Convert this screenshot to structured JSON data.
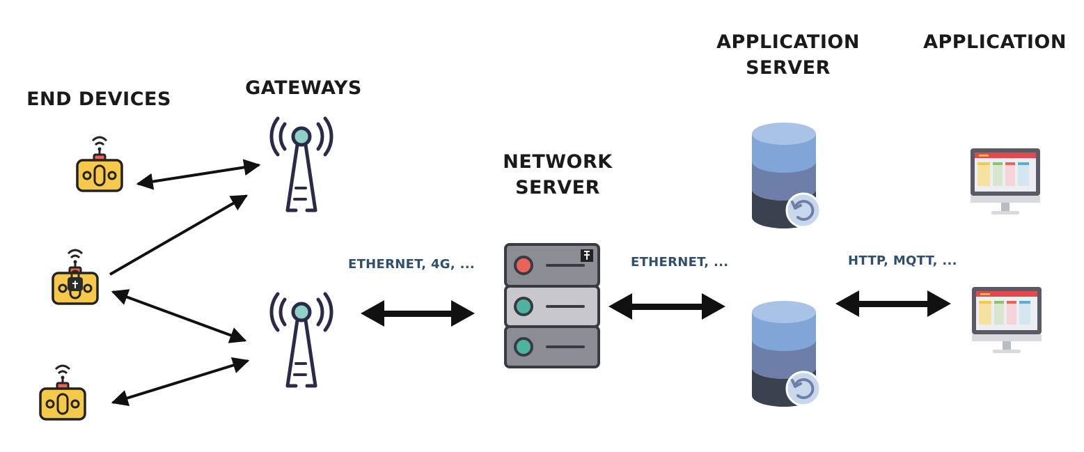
{
  "headings": {
    "end_devices": "END DEVICES",
    "gateways": "GATEWAYS",
    "network_server_line1": "NETWORK",
    "network_server_line2": "SERVER",
    "application_server_line1": "APPLICATION",
    "application_server_line2": "SERVER",
    "application": "APPLICATION"
  },
  "protocols": {
    "gateway_to_network": "ETHERNET, 4G, ...",
    "network_to_app_server": "ETHERNET, ...",
    "app_server_to_app": "HTTP, MQTT, ..."
  },
  "colors": {
    "device_yellow": "#f6c94b",
    "device_outline": "#2b2b2b",
    "device_red": "#e8645a",
    "antenna_dark": "#2a2a4a",
    "antenna_teal": "#8fd1c5",
    "server_gray": "#8c8c94",
    "server_light": "#c8c8cc",
    "led_red": "#e8645a",
    "led_teal": "#4fb3a0",
    "db_top": "#7fa6d6",
    "db_mid": "#6d7fa8",
    "db_dark": "#3a4250",
    "monitor_red": "#e04a4a",
    "protocol_text": "#2f4f6f"
  },
  "icons": [
    "lora-end-device-icon",
    "gateway-antenna-icon",
    "network-server-rack-icon",
    "database-sync-icon",
    "dashboard-monitor-icon"
  ]
}
